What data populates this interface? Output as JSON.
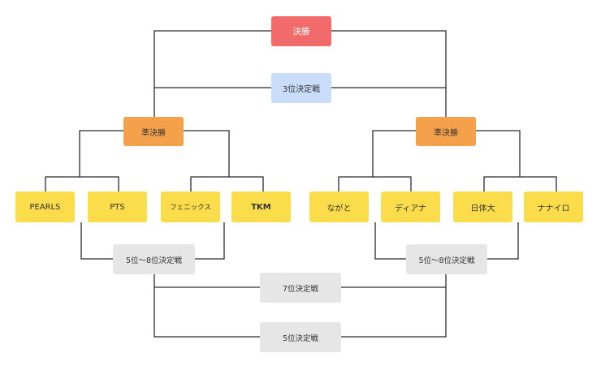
{
  "final": "決勝",
  "third_place": "3位決定戦",
  "semifinal_left": "準決勝",
  "semifinal_right": "準決勝",
  "teams": [
    "PEARLS",
    "PTS",
    "フェニックス",
    "TKM",
    "ながと",
    "ディアナ",
    "日体大",
    "ナナイロ"
  ],
  "place_5_8_left": "5位～8位決定戦",
  "place_5_8_right": "5位～8位決定戦",
  "seventh_place": "7位決定戦",
  "fifth_place": "5位決定戦",
  "colors": {
    "final": "#f26b6b",
    "third_place": "#c9ddfb",
    "semifinal": "#f5a04a",
    "team": "#fbdd4b",
    "placement": "#e6e6e6",
    "line": "#2b2b2b"
  }
}
